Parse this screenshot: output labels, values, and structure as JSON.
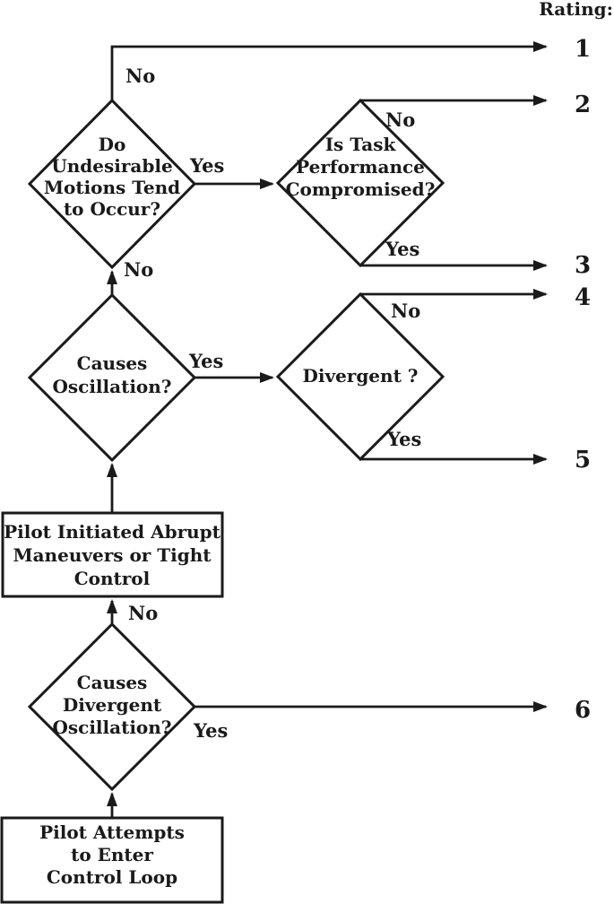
{
  "header": {
    "title": "Rating:"
  },
  "ratings": [
    "1",
    "2",
    "3",
    "4",
    "5",
    "6"
  ],
  "nodes": {
    "undesirable_motions": {
      "lines": [
        "Do",
        "Undesirable",
        "Motions Tend",
        "to Occur?"
      ]
    },
    "task_performance": {
      "lines": [
        "Is Task",
        "Performance",
        "Compromised?"
      ]
    },
    "causes_oscillation": {
      "lines": [
        "Causes",
        "Oscillation?"
      ]
    },
    "divergent": {
      "lines": [
        "Divergent ?"
      ]
    },
    "pilot_initiated": {
      "lines": [
        "Pilot Initiated Abrupt",
        "Maneuvers or Tight",
        "Control"
      ]
    },
    "causes_divergent_oscillation": {
      "lines": [
        "Causes",
        "Divergent",
        "Oscillation?"
      ]
    },
    "pilot_attempts": {
      "lines": [
        "Pilot Attempts",
        "to Enter",
        "Control Loop"
      ]
    }
  },
  "edge_labels": {
    "undesirable_no": "No",
    "undesirable_yes": "Yes",
    "task_no": "No",
    "task_yes": "Yes",
    "oscillation_no": "No",
    "oscillation_yes": "Yes",
    "divergent_no": "No",
    "divergent_yes": "Yes",
    "divergent_osc_no": "No",
    "divergent_osc_yes": "Yes"
  },
  "colors": {
    "ink": "#1a1a1a",
    "background": "#ffffff"
  }
}
